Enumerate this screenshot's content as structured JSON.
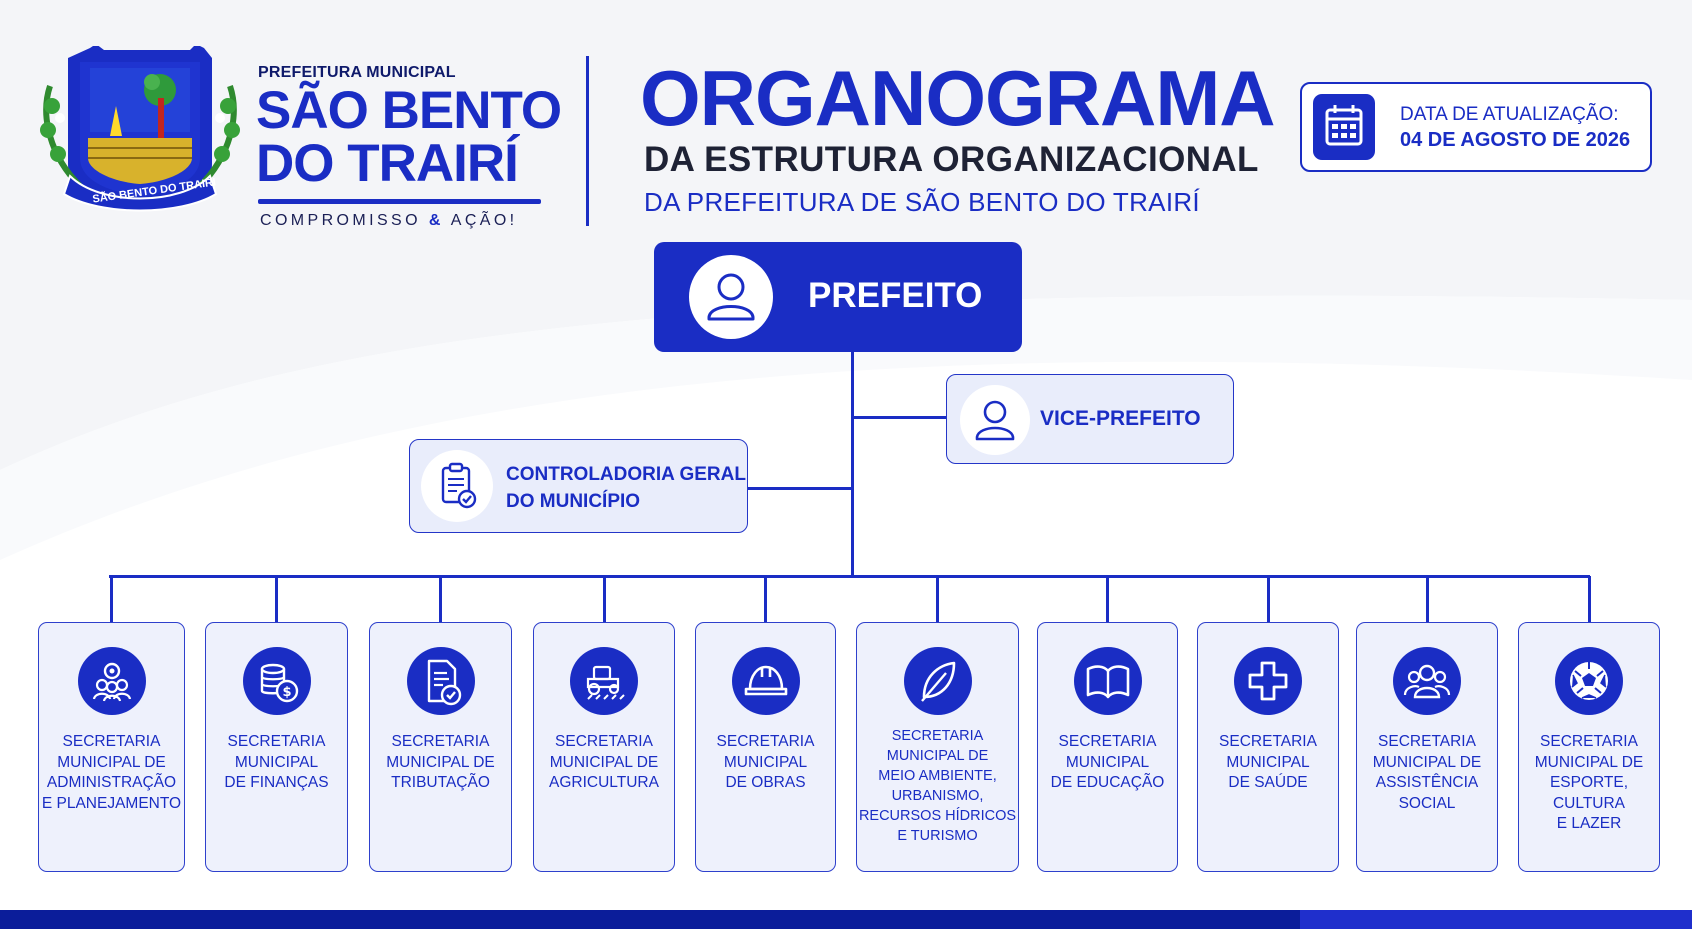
{
  "header": {
    "brand_small": "PREFEITURA MUNICIPAL",
    "brand_line1": "SÃO BENTO",
    "brand_line2": "DO TRAIRÍ",
    "tagline_a": "COMPROMISSO ",
    "tagline_amp": "&",
    "tagline_b": " AÇÃO!",
    "crest_ribbon": "SÃO BENTO DO TRAIRI"
  },
  "title": {
    "main": "ORGANOGRAMA",
    "sub1": "DA ESTRUTURA ORGANIZACIONAL",
    "sub2": "DA PREFEITURA DE SÃO BENTO DO TRAIRÍ"
  },
  "update": {
    "label": "DATA DE ATUALIZAÇÃO:",
    "date": "04 DE AGOSTO DE 2026",
    "icon": "calendar-icon"
  },
  "top": {
    "prefeito": {
      "label": "PREFEITO",
      "icon": "user-icon"
    },
    "vice": {
      "label": "VICE-PREFEITO",
      "icon": "user-icon"
    },
    "controladoria": {
      "line1": "CONTROLADORIA GERAL",
      "line2": "DO MUNICÍPIO",
      "icon": "clipboard-check-icon"
    }
  },
  "secretarias": [
    {
      "label": "SECRETARIA\nMUNICIPAL DE\nADMINISTRAÇÃO\nE PLANEJAMENTO",
      "icon": "people-gear-icon"
    },
    {
      "label": "SECRETARIA\nMUNICIPAL\nDE FINANÇAS",
      "icon": "coins-icon"
    },
    {
      "label": "SECRETARIA\nMUNICIPAL DE\nTRIBUTAÇÃO",
      "icon": "document-check-icon"
    },
    {
      "label": "SECRETARIA\nMUNICIPAL DE\nAGRICULTURA",
      "icon": "tractor-icon"
    },
    {
      "label": "SECRETARIA\nMUNICIPAL\nDE OBRAS",
      "icon": "hard-hat-icon"
    },
    {
      "label": "SECRETARIA\nMUNICIPAL DE\nMEIO AMBIENTE,\nURBANISMO,\nRECURSOS HÍDRICOS\nE TURISMO",
      "icon": "leaf-icon"
    },
    {
      "label": "SECRETARIA\nMUNICIPAL\nDE EDUCAÇÃO",
      "icon": "book-icon"
    },
    {
      "label": "SECRETARIA\nMUNICIPAL\nDE SAÚDE",
      "icon": "health-cross-icon"
    },
    {
      "label": "SECRETARIA\nMUNICIPAL DE\nASSISTÊNCIA\nSOCIAL",
      "icon": "group-icon"
    },
    {
      "label": "SECRETARIA\nMUNICIPAL DE\nESPORTE, CULTURA\nE LAZER",
      "icon": "soccer-ball-icon"
    }
  ],
  "colors": {
    "primary": "#1a2dc4",
    "card_bg": "#eef1fc",
    "dark_text": "#1e2235"
  }
}
